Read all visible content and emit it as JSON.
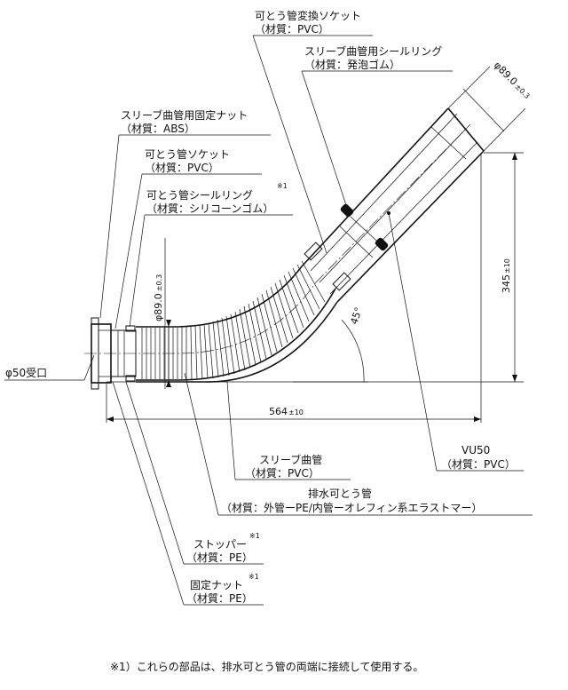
{
  "labels": {
    "flex_socket_name": "可とう管変換ソケット",
    "flex_socket_mat": "（材質：PVC）",
    "sleeve_ring_name": "スリーブ曲管用シールリング",
    "sleeve_ring_mat": "（材質：発泡ゴム）",
    "sleeve_nut_name": "スリーブ曲管用固定ナット",
    "sleeve_nut_mat": "（材質：ABS）",
    "flex_pipe_socket_name": "可とう管ソケット",
    "flex_pipe_socket_mat": "（材質：PVC）",
    "flex_seal_ring_name": "可とう管シールリング",
    "flex_seal_ring_mat": "（材質：シリコーンゴム）",
    "inlet_name": "φ50受口",
    "sleeve_bend_name": "スリーブ曲管",
    "sleeve_bend_mat": "（材質：PVC）",
    "vu_name": "VU50",
    "vu_mat": "（材質：PVC）",
    "drain_flex_name": "排水可とう管",
    "drain_flex_mat": "（材質：外管ーPE/内管ーオレフィン系エラストマー）",
    "stopper_name": "ストッパー",
    "stopper_mat": "（材質：PE）",
    "fix_nut_name": "固定ナット",
    "fix_nut_mat": "（材質：PE）",
    "note_mark": "※1",
    "footnote": "※1）これらの部品は、排水可とう管の両端に接続して使用する。"
  },
  "dimensions": {
    "dia_top_value": "φ89.0",
    "dia_top_tol": "±0.3",
    "dia_left_value": "φ89.0",
    "dia_left_tol": "±0.3",
    "height_value": "345",
    "height_tol": "±10",
    "width_value": "564",
    "width_tol": "±10",
    "angle": "45°"
  }
}
